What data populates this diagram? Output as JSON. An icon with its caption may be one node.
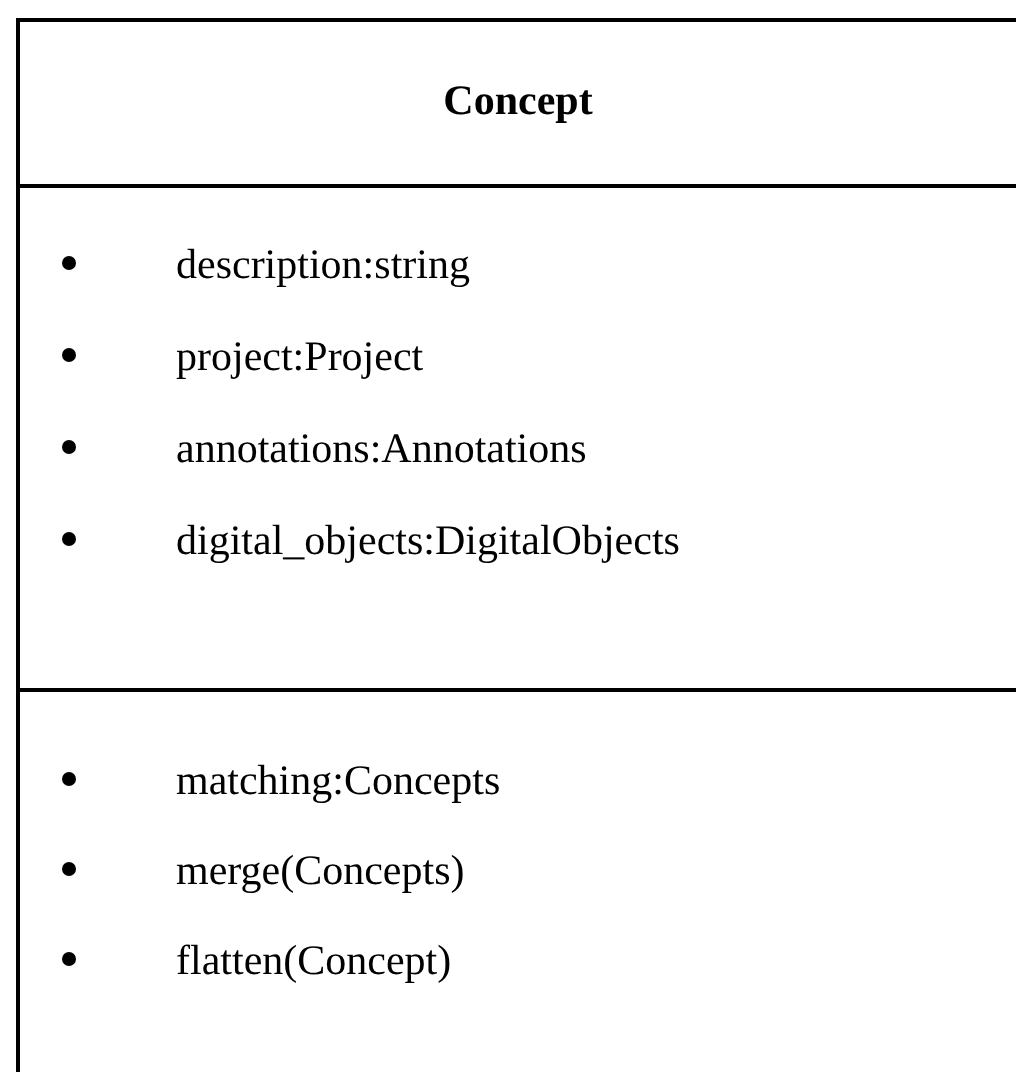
{
  "diagram": {
    "nodes": [
      {
        "text": [
          "Concept"
        ]
      },
      {
        "text": [
          "description:string",
          "project:Project",
          "annotations:Annotations",
          "digital_objects:DigitalObjects"
        ]
      },
      {
        "text": [
          "matching:Concepts",
          "merge(Concepts)",
          "flatten(Concept)"
        ]
      }
    ]
  }
}
